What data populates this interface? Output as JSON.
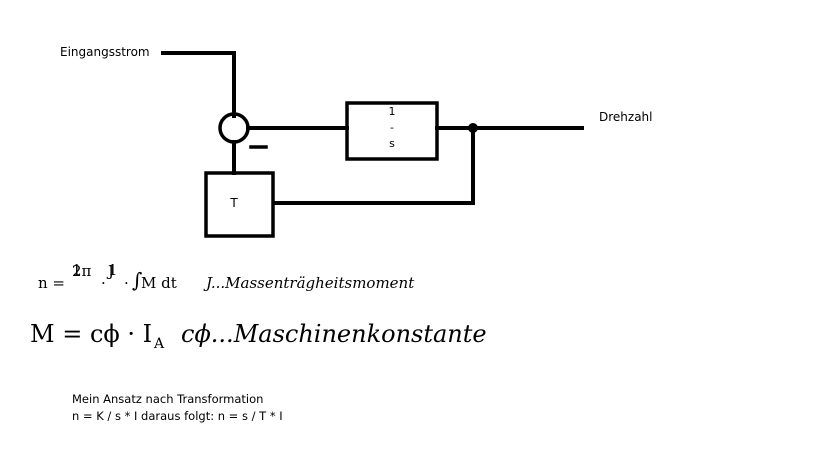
{
  "labels": {
    "input": "Eingangsstrom",
    "output": "Drehzahl"
  },
  "summing_sign": "−",
  "integrator": {
    "line1": "1",
    "line2": "-",
    "line3": "s"
  },
  "feedback_block": "T",
  "equation1": {
    "lhs": "n =",
    "frac1_num": "1",
    "frac1_den": "2π",
    "dot1": "·",
    "frac2_num": "1",
    "frac2_den": "J",
    "dot2": "·",
    "integral": "∫",
    "body": "M dt",
    "note": "J...Massenträgheitsmoment"
  },
  "equation2": {
    "lhs": "M = cϕ · I",
    "subscript": "A",
    "note": "cϕ...Maschinenkonstante"
  },
  "approach": {
    "line1": "Mein Ansatz nach Transformation",
    "line2": "n = K / s  * I daraus folgt: n = s / T  * I"
  },
  "colors": {
    "line": "#000000",
    "background": "#ffffff"
  }
}
